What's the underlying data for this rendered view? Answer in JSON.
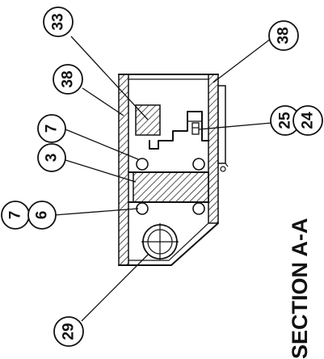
{
  "section_title": "SECTION A-A",
  "callouts": {
    "c33": "33",
    "c38_left": "38",
    "c38_right": "38",
    "c7_upper": "7",
    "c3": "3",
    "c7_lower": "7",
    "c6": "6",
    "c25": "25",
    "c24": "24",
    "c29": "29"
  }
}
